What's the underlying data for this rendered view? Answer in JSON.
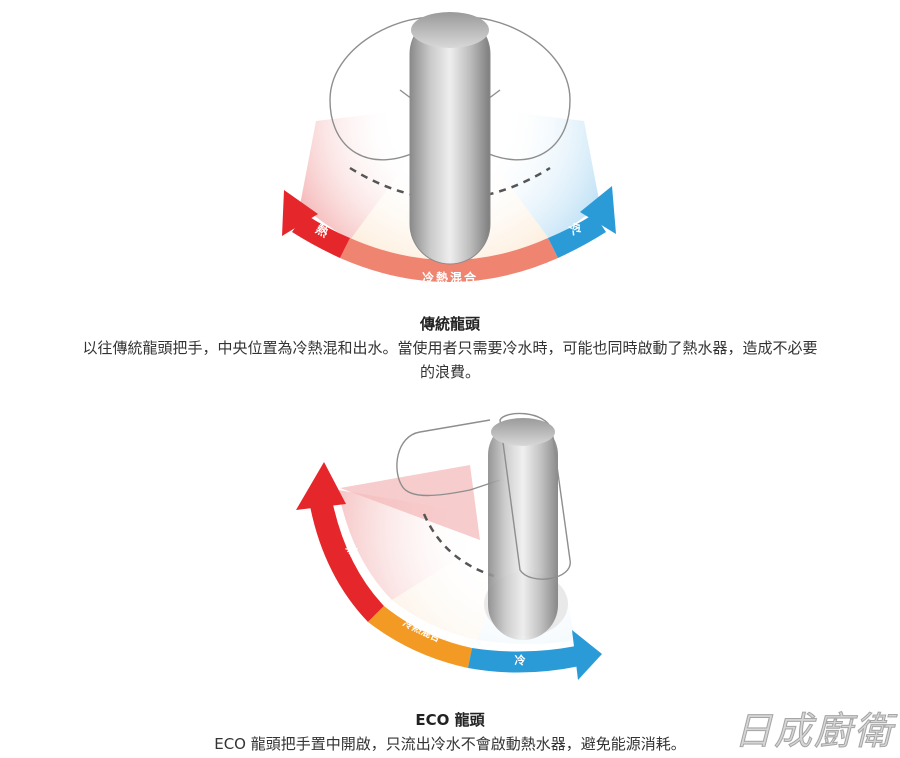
{
  "traditional": {
    "title": "傳統龍頭",
    "description_line1": "以往傳統龍頭把手，中央位置為冷熱混和出水。當使用者只需要冷水時，可能也同時啟動了熱水器，造成不必要",
    "description_line2": "的浪費。",
    "label_hot": "熱",
    "label_cold": "冷",
    "label_mixed": "冷熱混合"
  },
  "eco": {
    "title": "ECO 龍頭",
    "description": "ECO 龍頭把手置中開啟，只流出冷水不會啟動熱水器，避免能源消耗。",
    "label_hot": "熱",
    "label_cold": "冷",
    "label_mixed": "冷熱混合"
  },
  "watermark": "日成廚衛",
  "colors": {
    "hot": "#e5262b",
    "mixed_trad": "#ef8471",
    "mixed_eco": "#f29a23",
    "cold": "#2b9bd8"
  }
}
